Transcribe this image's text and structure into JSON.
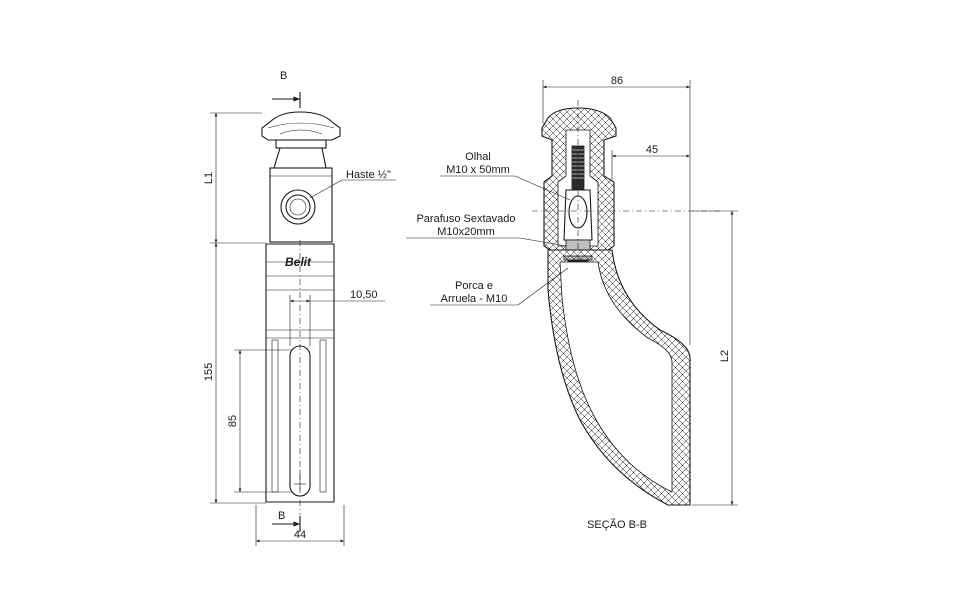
{
  "front_view": {
    "section_marker_top": "B",
    "section_marker_bottom": "B",
    "dim_l1": "L1",
    "dim_155": "155",
    "dim_85": "85",
    "dim_10_50": "10,50",
    "dim_44": "44",
    "label_haste": "Haste ½\"",
    "brand": "Belit"
  },
  "section_view": {
    "dim_86": "86",
    "dim_45": "45",
    "dim_l2": "L2",
    "label_olhal_line1": "Olhal",
    "label_olhal_line2": "M10 x 50mm",
    "label_parafuso_line1": "Parafuso Sextavado",
    "label_parafuso_line2": "M10x20mm",
    "label_porca_line1": "Porca e",
    "label_porca_line2": "Arruela - M10",
    "title": "SEÇÃO B-B"
  },
  "colors": {
    "line": "#1a1a1a",
    "fill_dark": "#2b2b2b",
    "fill_grey": "#bfbfbf"
  }
}
